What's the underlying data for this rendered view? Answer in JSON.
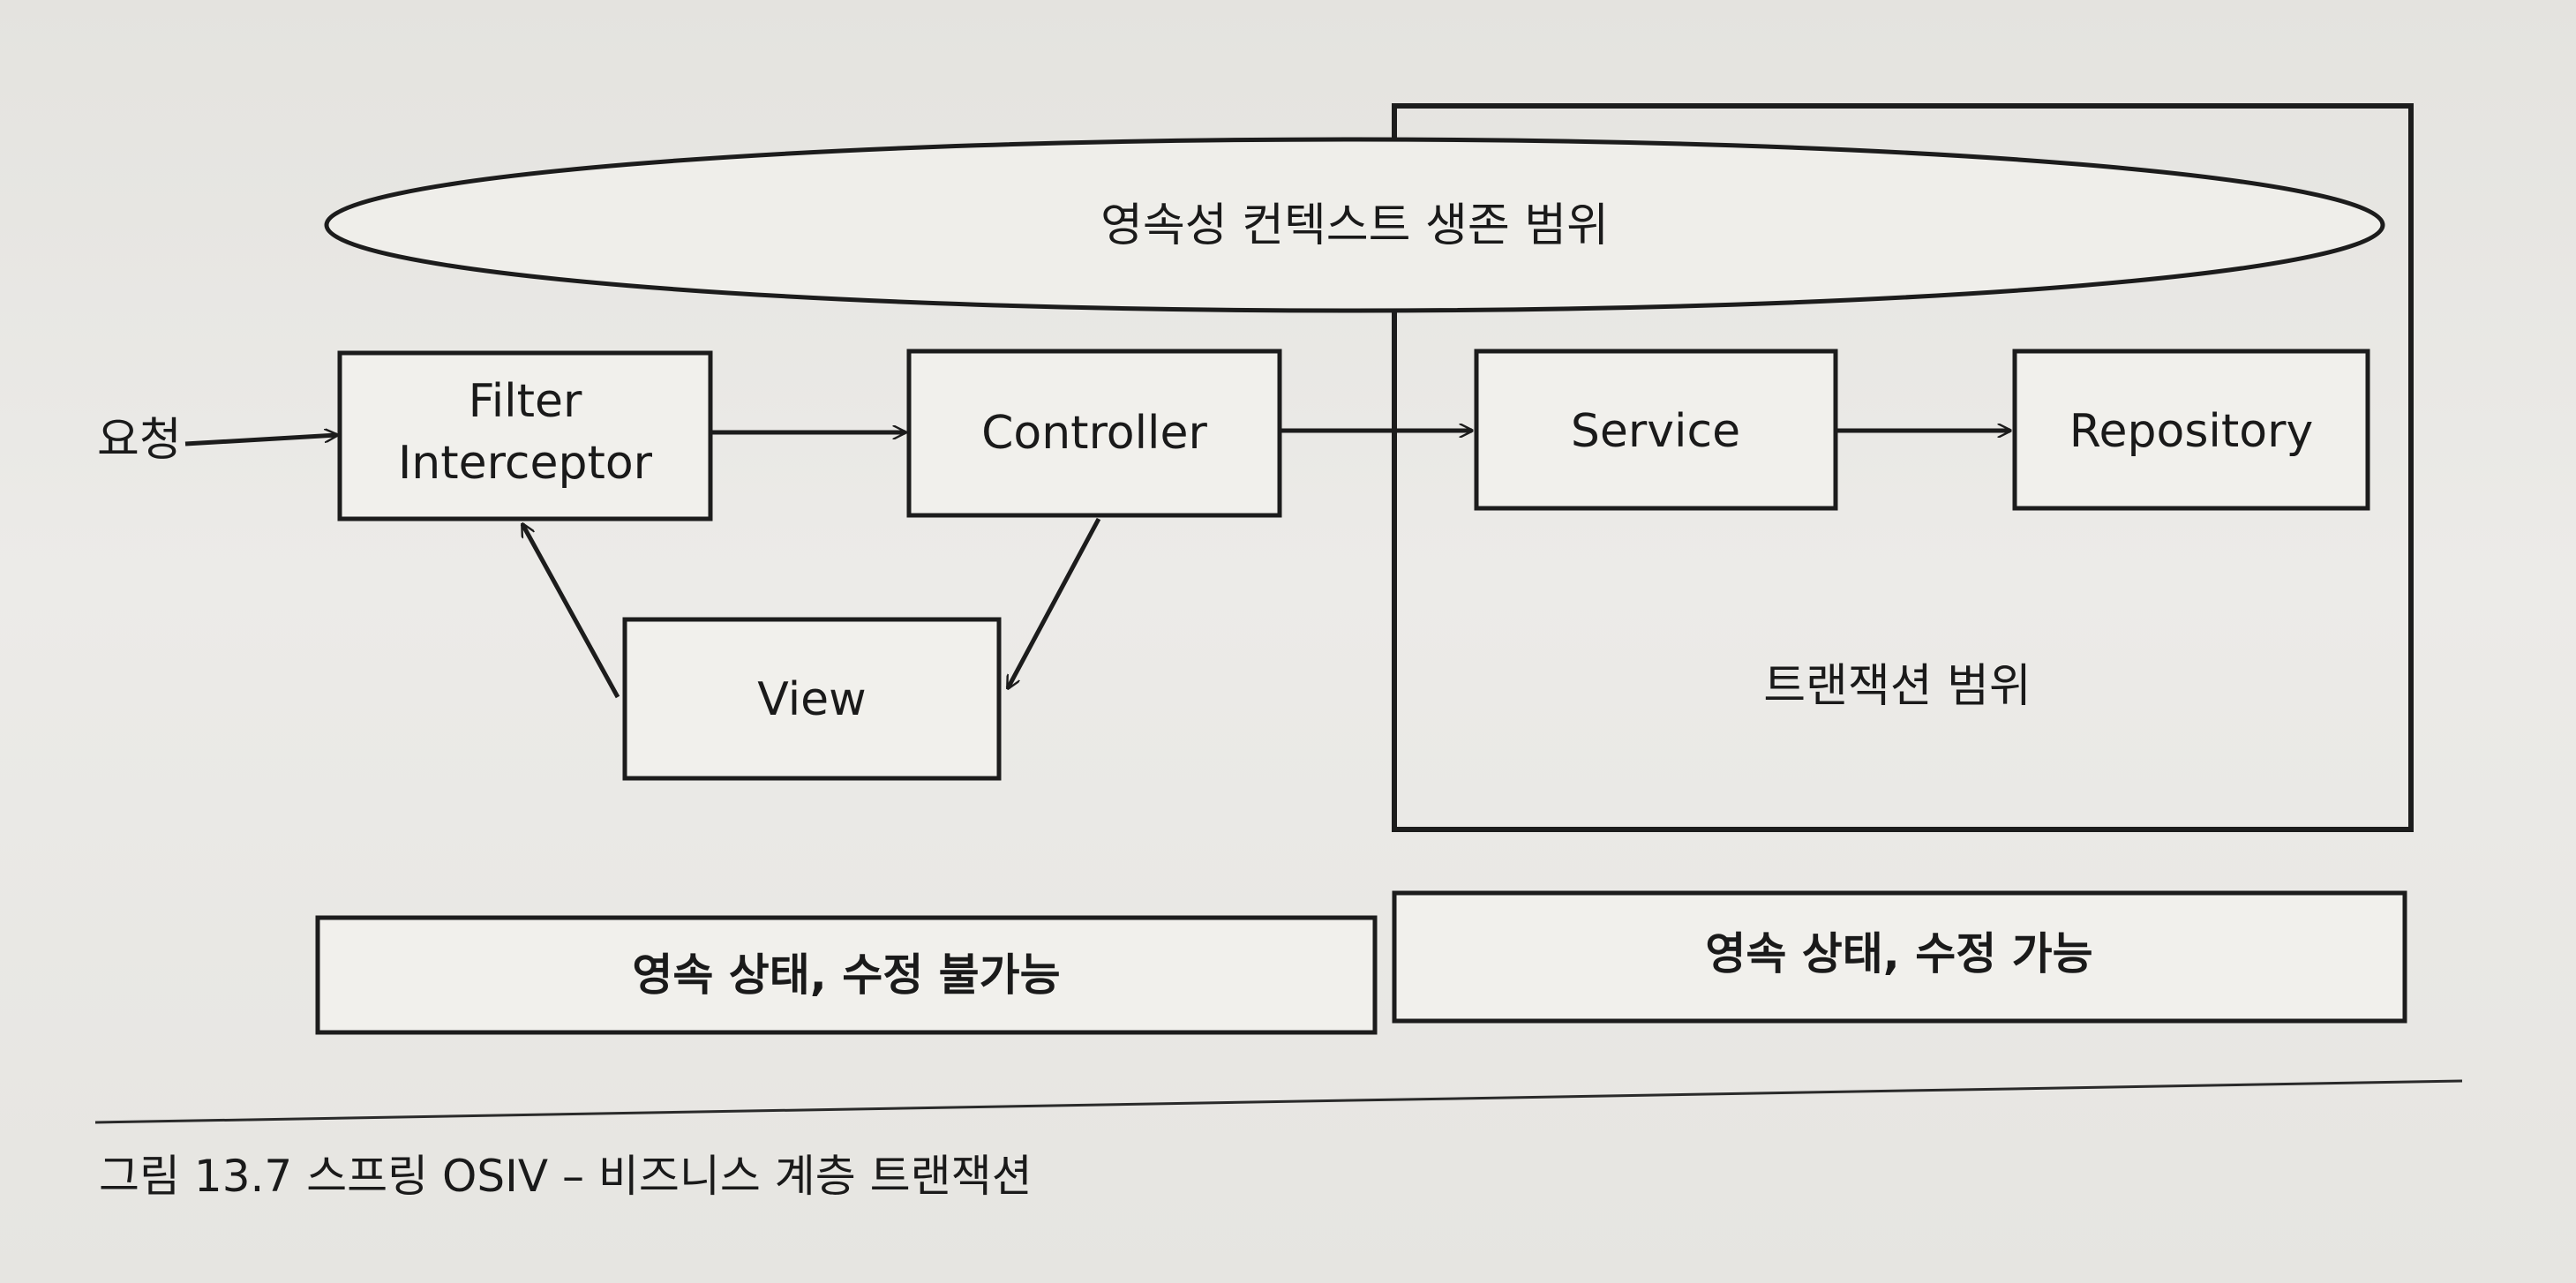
{
  "ellipse_label": "영속성 컨텍스트 생존 범위",
  "request_label": "요청",
  "nodes": {
    "filter_line1": "Filter",
    "filter_line2": "Interceptor",
    "controller": "Controller",
    "service": "Service",
    "repository": "Repository",
    "view": "View"
  },
  "transaction_scope_label": "트랜잭션 범위",
  "state_left": "영속 상태, 수정 불가능",
  "state_right": "영속 상태, 수정 가능",
  "caption": "그림 13.7 스프링 OSIV – 비즈니스 계층 트랜잭션"
}
